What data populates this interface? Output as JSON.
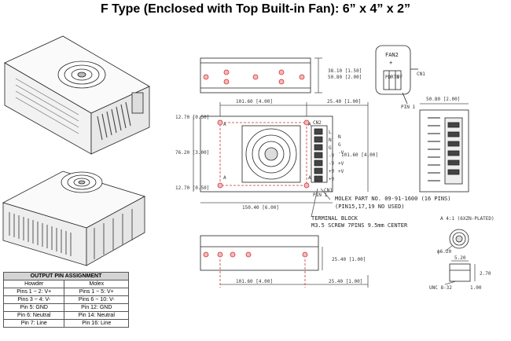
{
  "title": "F Type (Enclosed with Top Built-in Fan): 6” x 4” x 2”",
  "pin_table": {
    "heading": "OUTPUT PIN ASSIGNMENT",
    "columns": [
      "Howder",
      "Molex"
    ],
    "rows": [
      [
        "Pins 1 ~ 2: V+",
        "Pins 1 ~ 5: V+"
      ],
      [
        "Pins 3 ~ 4: V-",
        "Pins 6 ~ 10: V-"
      ],
      [
        "Pin 5: GND",
        "Pin 12: GND"
      ],
      [
        "Pin 6: Neutral",
        "Pin 14: Neutral"
      ],
      [
        "Pin 7: Line",
        "Pin 16: Line"
      ]
    ]
  },
  "labels": {
    "fan2": "FAN2",
    "plus": "+",
    "fan_pins": [
      "PD",
      "RTN",
      "FF"
    ],
    "cn1": "CN1",
    "pin1": "PIN 1",
    "cn1_small": "CN1",
    "cn2": "CN2",
    "terminal_marks": [
      "L",
      "N",
      "G",
      "-V",
      "-V",
      "+V",
      "+V"
    ],
    "terminal_right": [
      "N",
      "G",
      "-V",
      "+V",
      "+V"
    ],
    "hole_marks": [
      "A",
      "A",
      "A",
      "A"
    ],
    "detail_a": "A  4:1  (6XZN-PLATED)",
    "molex_part": "MOLEX PART NO. 09-91-1600 (16 PINS)",
    "molex_pins": "(PIN15,17,19 NO USED)",
    "terminal_block": "TERMINAL BLOCK",
    "terminal_screw": "M3.5 SCREW 7PINS 9.5mm CENTER",
    "unc": "UNC 8-32",
    "phi": "ϕ6.20"
  },
  "dims": {
    "top_101_60": "101.60 [4.00]",
    "top_25_40": "25.40 [1.00]",
    "top_38_10": "38.10 [1.50]",
    "top_50_80": "50.80 [2.00]",
    "side_50_80": "50.80 [2.00]",
    "left_12_70_a": "12.70 [0.50]",
    "left_76_20": "76.20 [3.00]",
    "left_12_70_b": "12.70 [0.50]",
    "right_101_60": "101.60 [4.00]",
    "bottom_150_40": "150.40 [6.00]",
    "front_25_40": "25.40 [1.00]",
    "bot_101_60": "101.60 [4.00]",
    "bot_25_40": "25.40 [1.00]",
    "d_5_20": "5.20",
    "d_2_70": "2.70",
    "d_1_00": "1.00"
  }
}
